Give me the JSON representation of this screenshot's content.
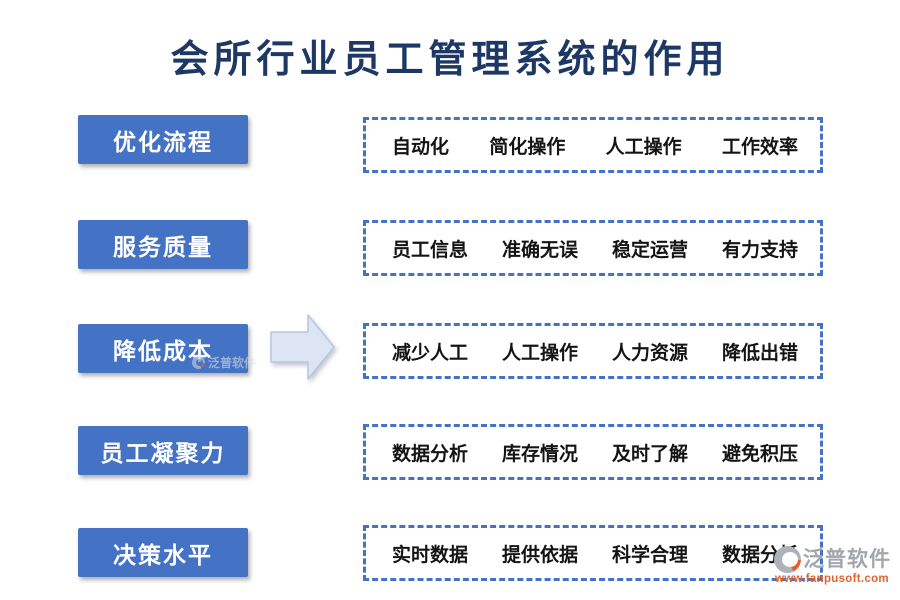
{
  "page": {
    "title": "会所行业员工管理系统的作用"
  },
  "rows": [
    {
      "label": "优化流程",
      "items": [
        "自动化",
        "简化操作",
        "人工操作",
        "工作效率"
      ]
    },
    {
      "label": "服务质量",
      "items": [
        "员工信息",
        "准确无误",
        "稳定运营",
        "有力支持"
      ]
    },
    {
      "label": "降低成本",
      "items": [
        "减少人工",
        "人工操作",
        "人力资源",
        "降低出错"
      ]
    },
    {
      "label": "员工凝聚力",
      "items": [
        "数据分析",
        "库存情况",
        "及时了解",
        "避免积压"
      ]
    },
    {
      "label": "决策水平",
      "items": [
        "实时数据",
        "提供依据",
        "科学合理",
        "数据分析"
      ]
    }
  ],
  "watermark": {
    "brand": "泛普软件",
    "url": "www.fanpusoft.com"
  },
  "inline_watermark": {
    "brand": "泛普软件"
  },
  "colors": {
    "button_blue": "#4472c4",
    "dash_blue": "#4472c4",
    "title_navy": "#1e3866",
    "arrow_fill": "#dde4f3",
    "watermark_gray": "#a3a7ad",
    "watermark_orange": "#e2632e"
  }
}
